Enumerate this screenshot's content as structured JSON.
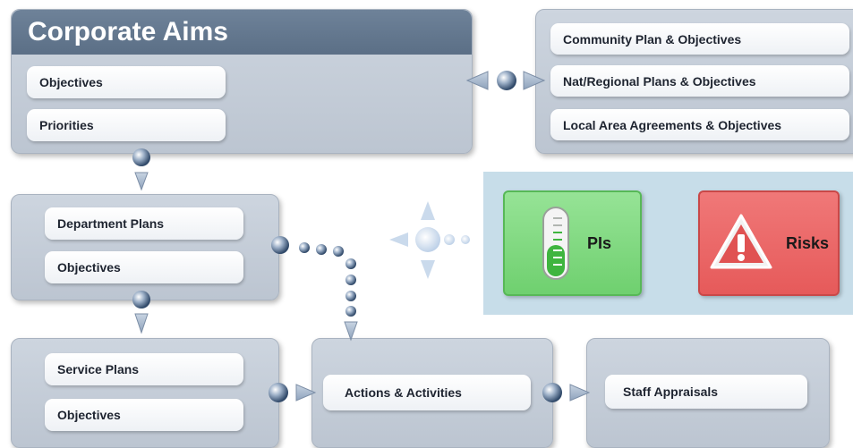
{
  "corporate": {
    "title": "Corporate Aims",
    "items": [
      "Objectives",
      "Priorities"
    ]
  },
  "external": {
    "items": [
      "Community Plan & Objectives",
      "Nat/Regional Plans & Objectives",
      "Local Area Agreements & Objectives"
    ]
  },
  "department": {
    "items": [
      "Department Plans",
      "Objectives"
    ]
  },
  "service": {
    "items": [
      "Service Plans",
      "Objectives"
    ]
  },
  "actions": {
    "label": "Actions & Activities"
  },
  "staff": {
    "label": "Staff Appraisals"
  },
  "indicators": {
    "pis_label": "PIs",
    "risks_label": "Risks",
    "pis_color": "#7ed87e",
    "risks_color": "#ee5f5f",
    "pis_icon": "thermometer-icon",
    "risks_icon": "warning-icon"
  }
}
